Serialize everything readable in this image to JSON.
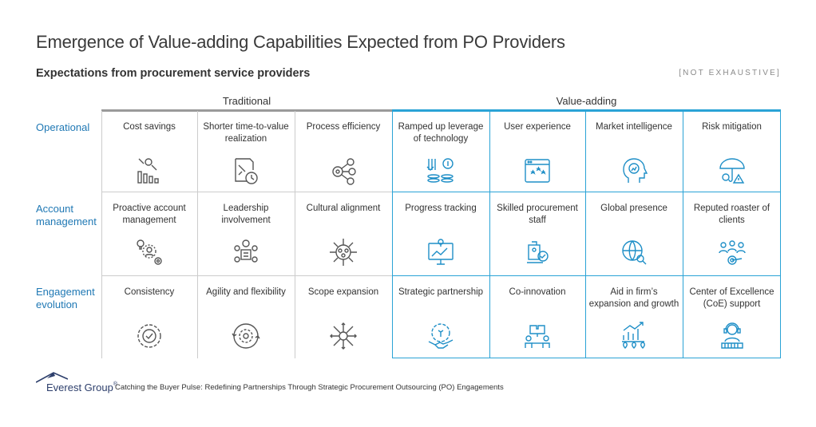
{
  "title": "Emergence of Value-adding Capabilities Expected from PO Providers",
  "subtitle": "Expectations from procurement service providers",
  "note": "[NOT EXHAUSTIVE]",
  "groups": {
    "traditional": "Traditional",
    "value_adding": "Value-adding"
  },
  "rows": [
    {
      "label": "Operational"
    },
    {
      "label": "Account management"
    },
    {
      "label": "Engagement evolution"
    }
  ],
  "cells": [
    [
      "Cost savings",
      "Shorter time-to-value realization",
      "Process efficiency",
      "Ramped up leverage of technology",
      "User experience",
      "Market intelligence",
      "Risk mitigation"
    ],
    [
      "Proactive account management",
      "Leadership involvement",
      "Cultural alignment",
      "Progress tracking",
      "Skilled procurement staff",
      "Global presence",
      "Reputed roaster of clients"
    ],
    [
      "Consistency",
      "Agility and flexibility",
      "Scope expansion",
      "Strategic partnership",
      "Co-innovation",
      "Aid in firm’s expansion and growth",
      "Center of Excellence (CoE) support"
    ]
  ],
  "colors": {
    "traditional": "#9a9a9a",
    "value_adding": "#2aa3d6",
    "row_label": "#1f78b4",
    "icon_gray": "#555555",
    "icon_blue": "#1f8fc7"
  },
  "footer": {
    "brand": "Everest Group",
    "reg": "®",
    "source": "Catching the Buyer Pulse: Redefining Partnerships Through Strategic Procurement Outsourcing (PO) Engagements"
  }
}
